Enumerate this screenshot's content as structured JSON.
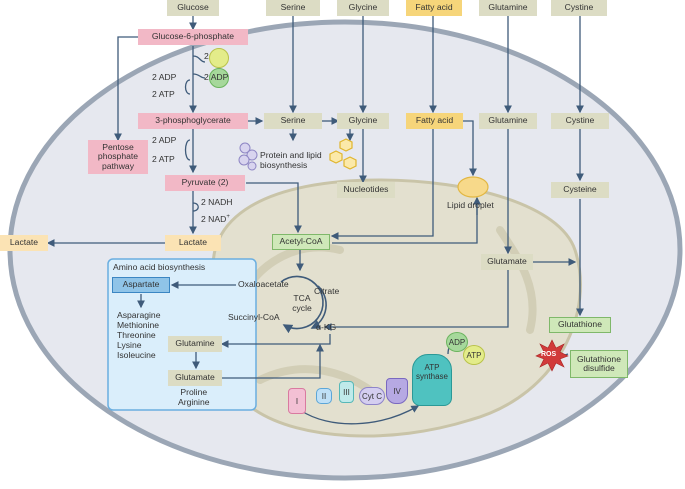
{
  "nutrients": {
    "glucose": "Glucose",
    "serine": "Serine",
    "glycine": "Glycine",
    "fatty_acid": "Fatty acid",
    "glutamine": "Glutamine",
    "cystine": "Cystine"
  },
  "glycolysis": {
    "g6p": "Glucose-6-phosphate",
    "atp_consume_1": "2 ATP",
    "adp_produce_1": "2 ADP",
    "adp_consume": "2 ADP",
    "atp_produce": "2 ATP",
    "pg3": "3-phosphoglycerate",
    "adp_consume_2": "2 ADP",
    "atp_produce_2": "2 ATP",
    "pyruvate": "Pyruvate (2)",
    "nadh": "2 NADH",
    "nad": "2 NAD",
    "nad_sup": "+",
    "lactate_inner": "Lactate",
    "lactate_outer": "Lactate",
    "ppp": "Pentose phosphate pathway"
  },
  "intracellular": {
    "serine": "Serine",
    "glycine": "Glycine",
    "fatty_acid": "Fatty acid",
    "glutamine": "Glutamine",
    "cystine": "Cystine",
    "cysteine": "Cysteine",
    "protein_lipid": "Protein and lipid biosynthesis",
    "nucleotides": "Nucleotides",
    "lipid_droplet": "Lipid droplet"
  },
  "mito": {
    "acetyl_coa": "Acetyl-CoA",
    "glutamate": "Glutamate",
    "tca": "TCA cycle",
    "oxaloacetate": "Oxaloacetate",
    "citrate": "Citrate",
    "succinyl_coa": "Succinyl-CoA",
    "akg": "α-KG",
    "complex_i": "I",
    "complex_ii": "II",
    "complex_iii": "III",
    "cyt_c": "Cyt C",
    "complex_iv": "IV",
    "atp_synthase": "ATP synthase",
    "adp": "ADP",
    "atp": "ATP"
  },
  "glutathione": {
    "gsh": "Glutathione",
    "ros": "ROS",
    "gssg": "Glutathione disulfide"
  },
  "amino_acid_panel": {
    "title": "Amino acid biosynthesis",
    "aspartate": "Aspartate",
    "products": [
      "Asparagine",
      "Methionine",
      "Threonine",
      "Lysine",
      "Isoleucine"
    ],
    "glutamine": "Glutamine",
    "glutamate": "Glutamate",
    "glu_products": [
      "Proline",
      "Arginine"
    ]
  },
  "colors": {
    "cell_fill": "#e6e8ef",
    "cell_border": "#9ba6b5",
    "mito_fill": "#e3e0cf",
    "arrow": "#3f5b7a",
    "panel_fill": "#daeefb",
    "panel_border": "#6aaee0"
  }
}
